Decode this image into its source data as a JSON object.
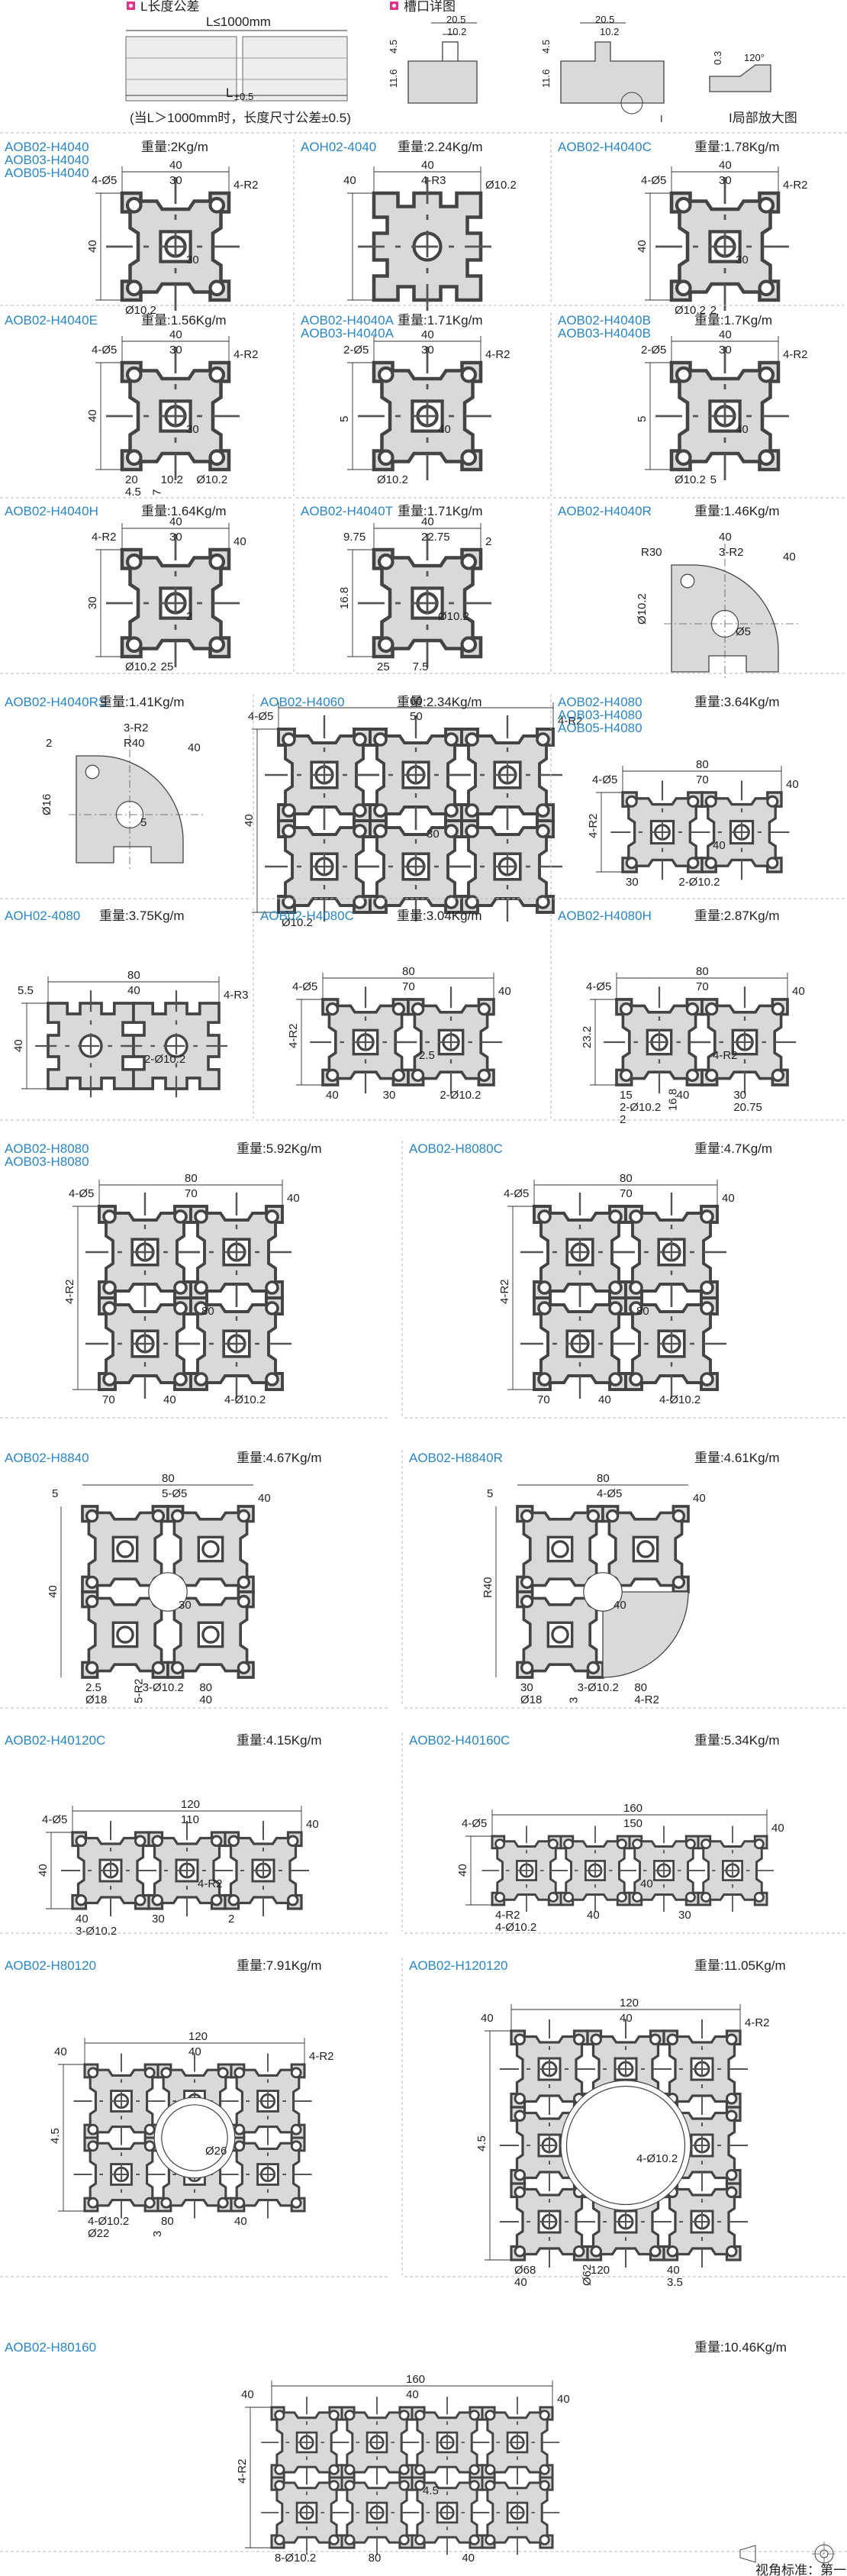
{
  "header": {
    "length_tolerance_title": "L长度公差",
    "length_limit": "L≤1000mm",
    "length_symbol": "L",
    "length_tol_sub": "±0.5",
    "length_note": "(当L＞1000mm时，长度尺寸公差±0.5)",
    "slot_detail_title": "槽口详图",
    "slot_dims": [
      "20.5",
      "10.2",
      "4.5",
      "11.6"
    ],
    "zoom_dims": [
      "0.3",
      "120°"
    ],
    "zoom_label": "I局部放大图",
    "zoom_marker": "I"
  },
  "footer": {
    "view_standard": "视角标准：第一视角"
  },
  "profiles": [
    {
      "id": "p1",
      "names": [
        "AOB02-H4040",
        "AOB03-H4040",
        "AOB05-H4040"
      ],
      "weight": "重量:2Kg/m",
      "dims": [
        "40",
        "30",
        "4-Ø5",
        "4-R2",
        "40",
        "30",
        "Ø10.2"
      ]
    },
    {
      "id": "p2",
      "names": [
        "AOH02-4040"
      ],
      "weight": "重量:2.24Kg/m",
      "dims": [
        "40",
        "4-R3",
        "40",
        "Ø10.2"
      ]
    },
    {
      "id": "p3",
      "names": [
        "AOB02-H4040C"
      ],
      "weight": "重量:1.78Kg/m",
      "dims": [
        "40",
        "30",
        "4-Ø5",
        "4-R2",
        "40",
        "30",
        "Ø10.2",
        "2"
      ]
    },
    {
      "id": "p4",
      "names": [
        "AOB02-H4040E"
      ],
      "weight": "重量:1.56Kg/m",
      "dims": [
        "40",
        "30",
        "4-Ø5",
        "4-R2",
        "40",
        "30",
        "20",
        "10.2",
        "Ø10.2",
        "4.5",
        "7"
      ]
    },
    {
      "id": "p5",
      "names": [
        "AOB02-H4040A",
        "AOB03-H4040A"
      ],
      "weight": "重量:1.71Kg/m",
      "dims": [
        "40",
        "30",
        "2-Ø5",
        "4-R2",
        "5",
        "40",
        "Ø10.2"
      ]
    },
    {
      "id": "p6",
      "names": [
        "AOB02-H4040B",
        "AOB03-H4040B"
      ],
      "weight": "重量:1.7Kg/m",
      "dims": [
        "40",
        "30",
        "2-Ø5",
        "4-R2",
        "5",
        "40",
        "Ø10.2",
        "5"
      ]
    },
    {
      "id": "p7",
      "names": [
        "AOB02-H4040H"
      ],
      "weight": "重量:1.64Kg/m",
      "dims": [
        "40",
        "30",
        "4-R2",
        "40",
        "30",
        "2",
        "Ø10.2",
        "25"
      ]
    },
    {
      "id": "p8",
      "names": [
        "AOB02-H4040T"
      ],
      "weight": "重量:1.71Kg/m",
      "dims": [
        "40",
        "22.75",
        "9.75",
        "2",
        "16.8",
        "Ø10.2",
        "25",
        "7.5"
      ]
    },
    {
      "id": "p9",
      "names": [
        "AOB02-H4040R"
      ],
      "weight": "重量:1.46Kg/m",
      "dims": [
        "40",
        "3-R2",
        "R30",
        "40",
        "Ø10.2",
        "Ø5"
      ]
    },
    {
      "id": "p10",
      "names": [
        "AOB02-H4040RS"
      ],
      "weight": "重量:1.41Kg/m",
      "dims": [
        "3-R2",
        "R40",
        "2",
        "40",
        "Ø16",
        "5"
      ]
    },
    {
      "id": "p11",
      "names": [
        "AOB02-H4060"
      ],
      "weight": "重量:2.34Kg/m",
      "dims": [
        "60",
        "50",
        "4-Ø5",
        "4-R2",
        "40",
        "30",
        "Ø10.2"
      ]
    },
    {
      "id": "p12",
      "names": [
        "AOB02-H4080",
        "AOB03-H4080",
        "AOB05-H4080"
      ],
      "weight": "重量:3.64Kg/m",
      "dims": [
        "80",
        "70",
        "4-Ø5",
        "40",
        "4-R2",
        "40",
        "30",
        "2-Ø10.2"
      ]
    },
    {
      "id": "p13",
      "names": [
        "AOH02-4080"
      ],
      "weight": "重量:3.75Kg/m",
      "dims": [
        "80",
        "40",
        "5.5",
        "4-R3",
        "40",
        "2-Ø10.2"
      ]
    },
    {
      "id": "p14",
      "names": [
        "AOB02-H4080C"
      ],
      "weight": "重量:3.04Kg/m",
      "dims": [
        "80",
        "70",
        "4-Ø5",
        "40",
        "4-R2",
        "2.5",
        "40",
        "30",
        "2-Ø10.2"
      ]
    },
    {
      "id": "p15",
      "names": [
        "AOB02-H4080H"
      ],
      "weight": "重量:2.87Kg/m",
      "dims": [
        "80",
        "70",
        "4-Ø5",
        "40",
        "23.2",
        "4-R2",
        "15",
        "40",
        "30",
        "2-Ø10.2",
        "16.8",
        "20.75",
        "2"
      ]
    },
    {
      "id": "p16",
      "names": [
        "AOB02-H8080",
        "AOB03-H8080"
      ],
      "weight": "重量:5.92Kg/m",
      "dims": [
        "80",
        "70",
        "4-Ø5",
        "40",
        "4-R2",
        "80",
        "70",
        "40",
        "4-Ø10.2"
      ]
    },
    {
      "id": "p17",
      "names": [
        "AOB02-H8080C"
      ],
      "weight": "重量:4.7Kg/m",
      "dims": [
        "80",
        "70",
        "4-Ø5",
        "40",
        "4-R2",
        "80",
        "70",
        "40",
        "4-Ø10.2"
      ]
    },
    {
      "id": "p18",
      "names": [
        "AOB02-H8840"
      ],
      "weight": "重量:4.67Kg/m",
      "dims": [
        "80",
        "5-Ø5",
        "5",
        "40",
        "40",
        "30",
        "2.5",
        "3-Ø10.2",
        "80",
        "Ø18",
        "5-R2",
        "40"
      ]
    },
    {
      "id": "p19",
      "names": [
        "AOB02-H8840R"
      ],
      "weight": "重量:4.61Kg/m",
      "dims": [
        "80",
        "4-Ø5",
        "5",
        "40",
        "R40",
        "40",
        "30",
        "3-Ø10.2",
        "80",
        "Ø18",
        "3",
        "4-R2"
      ]
    },
    {
      "id": "p20",
      "names": [
        "AOB02-H40120C"
      ],
      "weight": "重量:4.15Kg/m",
      "dims": [
        "120",
        "110",
        "4-Ø5",
        "40",
        "40",
        "4-R2",
        "40",
        "30",
        "2",
        "3-Ø10.2"
      ]
    },
    {
      "id": "p21",
      "names": [
        "AOB02-H40160C"
      ],
      "weight": "重量:5.34Kg/m",
      "dims": [
        "160",
        "150",
        "4-Ø5",
        "40",
        "40",
        "40",
        "4-R2",
        "40",
        "30",
        "4-Ø10.2"
      ]
    },
    {
      "id": "p22",
      "names": [
        "AOB02-H80120"
      ],
      "weight": "重量:7.91Kg/m",
      "dims": [
        "120",
        "40",
        "40",
        "4-R2",
        "4.5",
        "Ø26",
        "4-Ø10.2",
        "80",
        "40",
        "Ø22",
        "3"
      ]
    },
    {
      "id": "p23",
      "names": [
        "AOB02-H120120"
      ],
      "weight": "重量:11.05Kg/m",
      "dims": [
        "120",
        "40",
        "40",
        "4-R2",
        "4.5",
        "4-Ø10.2",
        "Ø68",
        "120",
        "40",
        "40",
        "Ø62",
        "3.5"
      ]
    },
    {
      "id": "p24",
      "names": [
        "AOB02-H80160"
      ],
      "weight": "重量:10.46Kg/m",
      "dims": [
        "160",
        "40",
        "40",
        "40",
        "4-R2",
        "4.5",
        "8-Ø10.2",
        "80",
        "40"
      ]
    }
  ]
}
